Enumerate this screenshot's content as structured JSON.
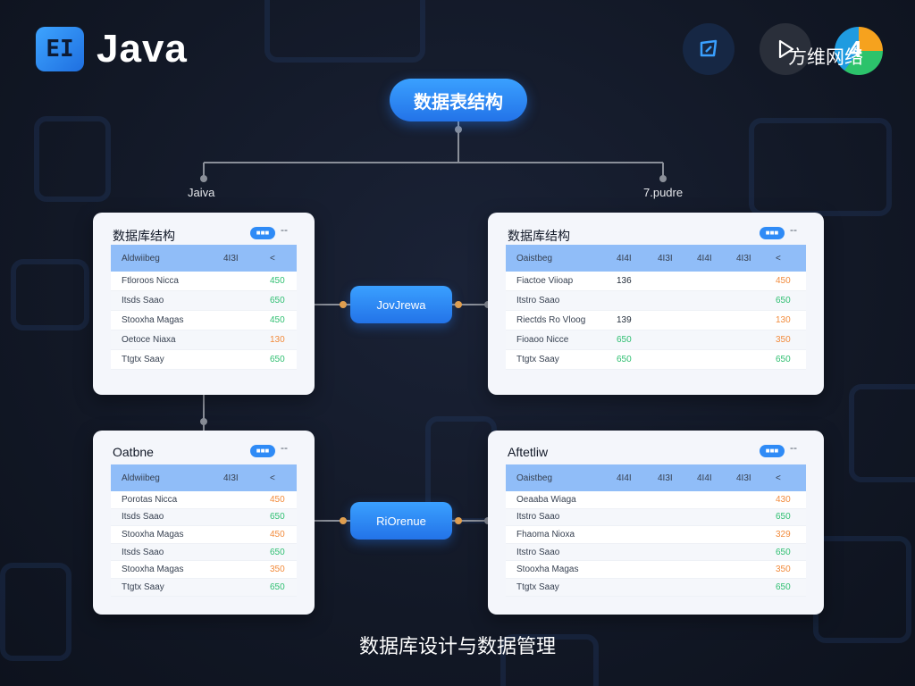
{
  "brand": {
    "logo_glyph": "EI",
    "title": "Java"
  },
  "header": {
    "watermark": "方维网络",
    "badge": "4"
  },
  "root": {
    "label": "数据表结构"
  },
  "branches": {
    "left": "Jaiva",
    "right": "7.pudre"
  },
  "links": {
    "top": "JovJrewa",
    "bottom": "RiOrenue"
  },
  "cards": {
    "tl": {
      "title": "数据库结构",
      "pill": "■■■",
      "dots": "--",
      "headers": [
        "Aldwiibeg",
        "4I3I",
        "<"
      ],
      "rows": [
        [
          "Ftloroos Nicca",
          "",
          "450"
        ],
        [
          "Itsds Saao",
          "",
          "650"
        ],
        [
          "Stooxha Magas",
          "",
          "450"
        ],
        [
          "Oetoce Niaxa",
          "",
          "130"
        ],
        [
          "Ttgtx Saay",
          "",
          "650"
        ]
      ],
      "value_colors": [
        "green",
        "green",
        "green",
        "orange",
        "green"
      ]
    },
    "tr": {
      "title": "数据库结构",
      "pill": "■■■",
      "dots": "--",
      "headers": [
        "Oaistbeg",
        "4I4I",
        "4I3I",
        "4I4I",
        "4I3I",
        "<"
      ],
      "rows": [
        [
          "Fiactoe Viioap",
          "136",
          "",
          "",
          "",
          "450"
        ],
        [
          "Itstro Saao",
          "",
          "",
          "",
          "",
          "650"
        ],
        [
          "Riectds Ro Vloog",
          "139",
          "",
          "",
          "",
          "130"
        ],
        [
          "Fioaoo Nicce",
          "650",
          "",
          "",
          "",
          "350"
        ],
        [
          "Ttgtx Saay",
          "650",
          "",
          "",
          "",
          "650"
        ]
      ],
      "mid_colors": [
        "dark",
        "",
        "dark",
        "green",
        "green"
      ],
      "value_colors": [
        "orange",
        "green",
        "orange",
        "orange",
        "green"
      ]
    },
    "bl": {
      "title": "Oatbne",
      "pill": "■■■",
      "dots": "--",
      "headers": [
        "Aldwiibeg",
        "4I3I",
        "<"
      ],
      "rows": [
        [
          "Porotas Nicca",
          "",
          "450"
        ],
        [
          "Itsds Saao",
          "",
          "650"
        ],
        [
          "Stooxha Magas",
          "",
          "450"
        ],
        [
          "Itsds Saao",
          "",
          "650"
        ],
        [
          "Stooxha Magas",
          "",
          "350"
        ],
        [
          "Ttgtx Saay",
          "",
          "650"
        ]
      ],
      "value_colors": [
        "orange",
        "green",
        "orange",
        "green",
        "orange",
        "green"
      ]
    },
    "br": {
      "title": "Aftetliw",
      "pill": "■■■",
      "dots": "--",
      "headers": [
        "Oaistbeg",
        "4I4I",
        "4I3I",
        "4I4I",
        "4I3I",
        "<"
      ],
      "rows": [
        [
          "Oeaaba Wiaga",
          "",
          "",
          "",
          "",
          "430"
        ],
        [
          "Itstro Saao",
          "",
          "",
          "",
          "",
          "650"
        ],
        [
          "Fhaoma Nioxa",
          "",
          "",
          "",
          "",
          "329"
        ],
        [
          "Itstro Saao",
          "",
          "",
          "",
          "",
          "650"
        ],
        [
          "Stooxha Magas",
          "",
          "",
          "",
          "",
          "350"
        ],
        [
          "Ttgtx Saay",
          "",
          "",
          "",
          "",
          "650"
        ]
      ],
      "value_colors": [
        "orange",
        "green",
        "orange",
        "green",
        "orange",
        "green"
      ]
    }
  },
  "caption": "数据库设计与数据管理",
  "colors": {
    "accent": "#2f8bf6",
    "green": "#2fbf71",
    "orange": "#f28b3c",
    "header_row": "#90bdf8"
  }
}
